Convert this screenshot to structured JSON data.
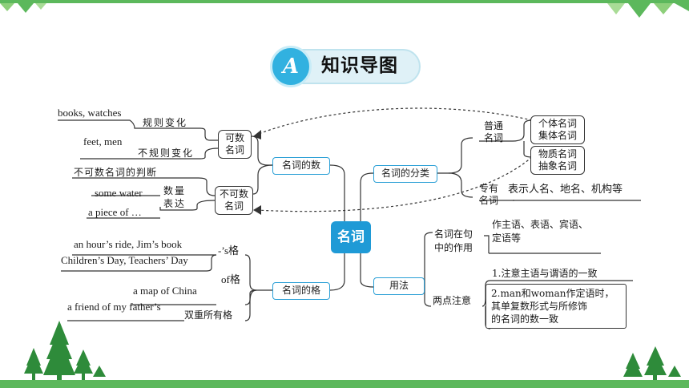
{
  "title": {
    "badge": "A",
    "text": "知识导图"
  },
  "center": "名词",
  "branches": {
    "number": "名词的数",
    "classification": "名词的分类",
    "usage": "用法",
    "possessive": "名词的格"
  },
  "number": {
    "countable": "可数\n名词",
    "regular": "规则变化",
    "regular_examples": "books, watches",
    "irregular": "不规则变化",
    "irregular_examples": "feet, men",
    "uncountable": "不可数\n名词",
    "judge": "不可数名词的判断",
    "quantity": "数量\n表达",
    "ex1": "some water",
    "ex2": "a piece of …"
  },
  "classification": {
    "common": "普通\n名词",
    "individual_collective": "个体名词\n集体名词",
    "material_abstract": "物质名词\n抽象名词",
    "proper": "专有\n名词",
    "proper_desc": "表示人名、地名、机构等"
  },
  "usage": {
    "role": "名词在句\n中的作用",
    "role_desc": "作主语、表语、宾语、\n定语等",
    "notes": "两点注意",
    "note1": "1.注意主语与谓语的一致",
    "note2": "2.man和woman作定语时，\n其单复数形式与所修饰\n的名词的数一致"
  },
  "possessive": {
    "s_case": "-’s格",
    "s_ex1": "an hour’s ride, Jim’s book",
    "s_ex2": "Children’s Day, Teachers’ Day",
    "of_case": "of格",
    "of_ex": "a map of China",
    "double": "双重所有格",
    "double_ex": "a friend of my father’s"
  },
  "colors": {
    "accent": "#1f9ad6",
    "frame": "#5cb85c",
    "tree": "#2e8b3a"
  }
}
